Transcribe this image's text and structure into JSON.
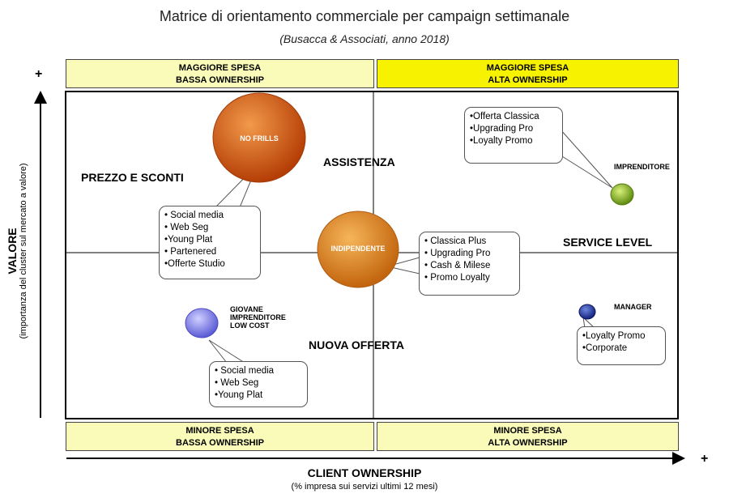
{
  "header": {
    "title": "Matrice di orientamento commerciale per campaign settimanale",
    "subtitle": "(Busacca & Associati, anno 2018)"
  },
  "quadrant_labels": {
    "top_left": [
      "MAGGIORE SPESA",
      "BASSA OWNERSHIP"
    ],
    "top_right": [
      "MAGGIORE SPESA",
      "ALTA OWNERSHIP"
    ],
    "bottom_left": [
      "MINORE SPESA",
      "BASSA OWNERSHIP"
    ],
    "bottom_right": [
      "MINORE SPESA",
      "ALTA OWNERSHIP"
    ],
    "colors": {
      "pale": "#fafbb8",
      "bright": "#f7f200"
    }
  },
  "axes": {
    "y_title": "VALORE",
    "y_subtitle": "(importanza del cluster sul mercato a valore)",
    "x_title": "CLIENT OWNERSHIP",
    "x_subtitle": "(% impresa sui servizi ultimi 12 mesi)",
    "plus": "+"
  },
  "regions": {
    "prezzo_sconti": "PREZZO  E  SCONTI",
    "assistenza": "ASSISTENZA",
    "service_level": "SERVICE LEVEL",
    "nuova_offerta": "NUOVA OFFERTA"
  },
  "segments": {
    "no_frills": {
      "label": "NO FRILLS",
      "color": "#d55a0c"
    },
    "indipendente": {
      "label": "INDIPENDENTE",
      "color": "#e08a24"
    },
    "imprenditore": {
      "label": "IMPRENDITORE",
      "color": "#8db822"
    },
    "giovane": {
      "label": [
        "GIOVANE",
        "IMPRENDITORE",
        "LOW COST"
      ],
      "color": "#8585e8"
    },
    "manager": {
      "label": "MANAGER",
      "color": "#233a9a"
    }
  },
  "callouts": {
    "no_frills": [
      "• Social media",
      "• Web Seg",
      "•Young Plat",
      "• Partenered",
      "•Offerte Studio"
    ],
    "indipendente": [
      "• Classica Plus",
      "• Upgrading  Pro",
      "• Cash & Milese",
      "• Promo Loyalty"
    ],
    "imprenditore": [
      "•Offerta Classica",
      "•Upgrading  Pro",
      "•Loyalty Promo"
    ],
    "giovane": [
      "• Social media",
      "• Web Seg",
      "•Young Plat"
    ],
    "manager": [
      "•Loyalty Promo",
      "•Corporate"
    ]
  }
}
